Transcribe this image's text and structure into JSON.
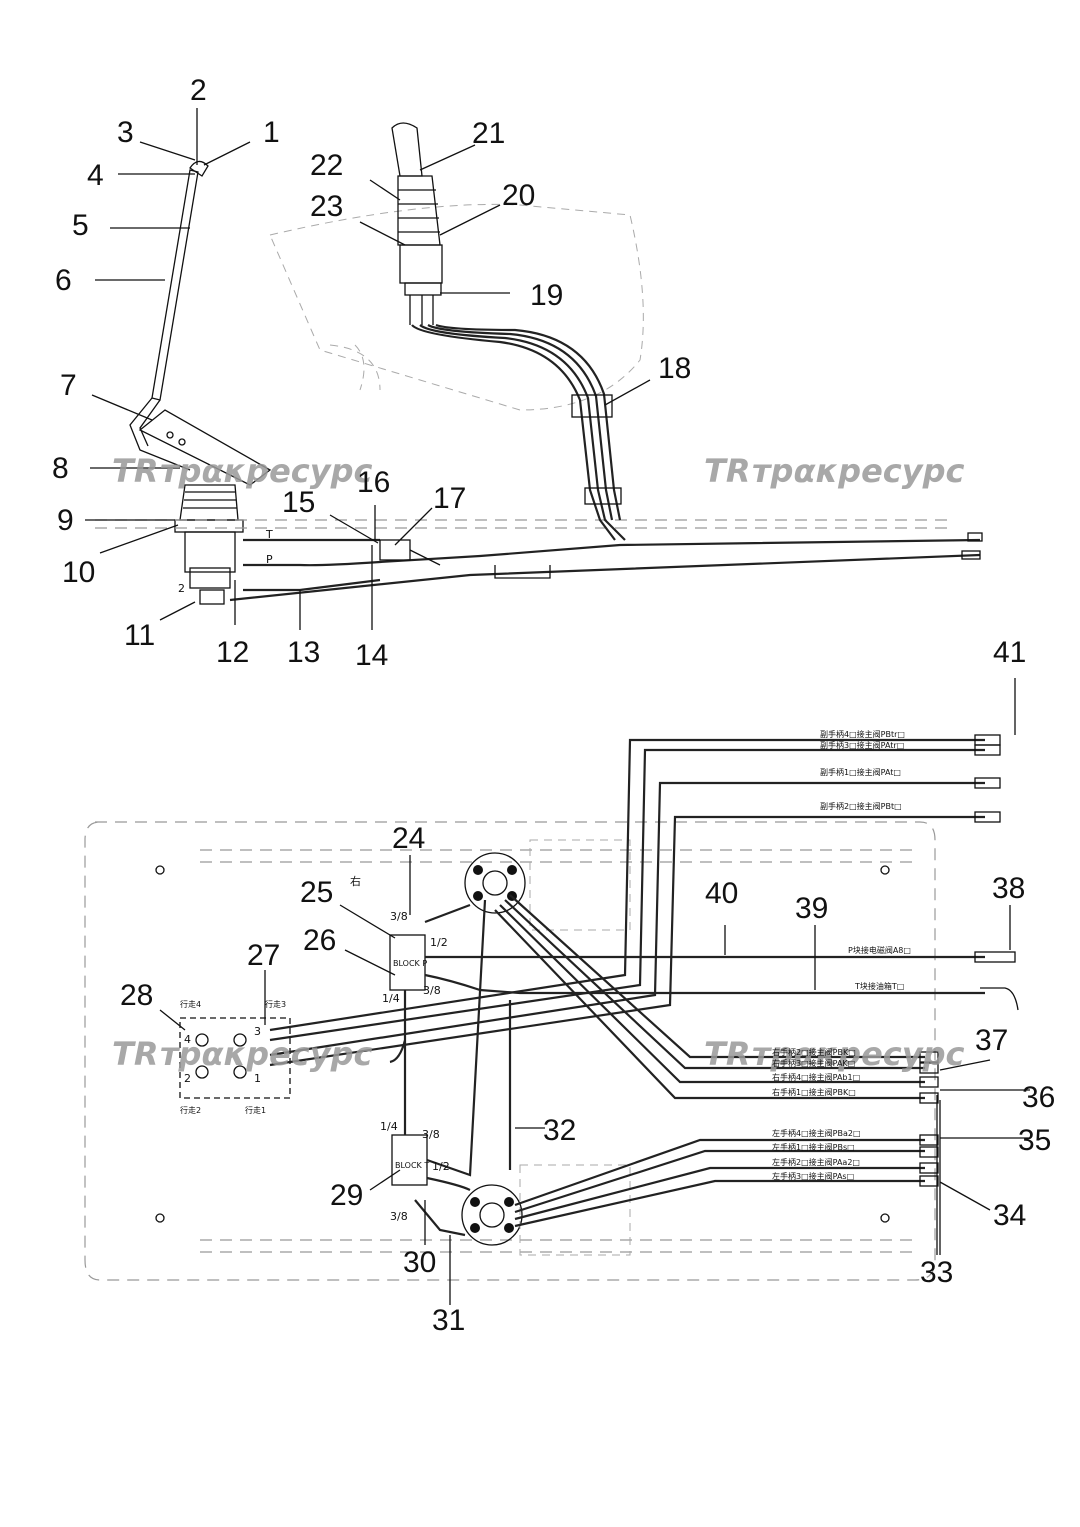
{
  "watermark": "трακресурс",
  "watermark_logo": "TR",
  "callouts": [
    "1",
    "2",
    "3",
    "4",
    "5",
    "6",
    "7",
    "8",
    "9",
    "10",
    "11",
    "12",
    "13",
    "14",
    "15",
    "16",
    "17",
    "18",
    "19",
    "20",
    "21",
    "22",
    "23",
    "24",
    "25",
    "26",
    "27",
    "28",
    "29",
    "30",
    "31",
    "32",
    "33",
    "34",
    "35",
    "36",
    "37",
    "38",
    "39",
    "40",
    "41"
  ],
  "port_labels": {
    "t": "T",
    "p": "P",
    "two": "2",
    "three8_a": "3/8",
    "half_a": "1/2",
    "three8_b": "3/8",
    "quarter_a": "1/4",
    "quarter_b": "1/4",
    "three8_c": "3/8",
    "half_b": "1/2",
    "three8_d": "3/8",
    "block_p": "BLOCK P",
    "block_t": "BLOCK T",
    "right_char": "右",
    "n4": "4",
    "n3": "3",
    "n2": "2",
    "n1": "1"
  },
  "travel_labels": [
    "行走4",
    "行走3",
    "行走2",
    "行走1"
  ],
  "hose_labels": {
    "top1": "副手柄4□接主阀PBtr□",
    "top2": "副手柄3□接主阀PAtr□",
    "top3": "副手柄1□接主阀PAt□",
    "top4": "副手柄2□接主阀PBt□",
    "p_line": "P块接电磁阀A8□",
    "t_line": "T块接油箱T□",
    "r1": "右手柄2□接主阀PBK□",
    "r2": "右手柄3□接主阀PAK□",
    "r3": "右手柄4□接主阀PAb1□",
    "r4": "右手柄1□接主阀PBK□",
    "l1": "左手柄4□接主阀PBa2□",
    "l2": "左手柄1□接主阀PBs□",
    "l3": "左手柄2□接主阀PAa2□",
    "l4": "左手柄3□接主阀PAs□"
  }
}
